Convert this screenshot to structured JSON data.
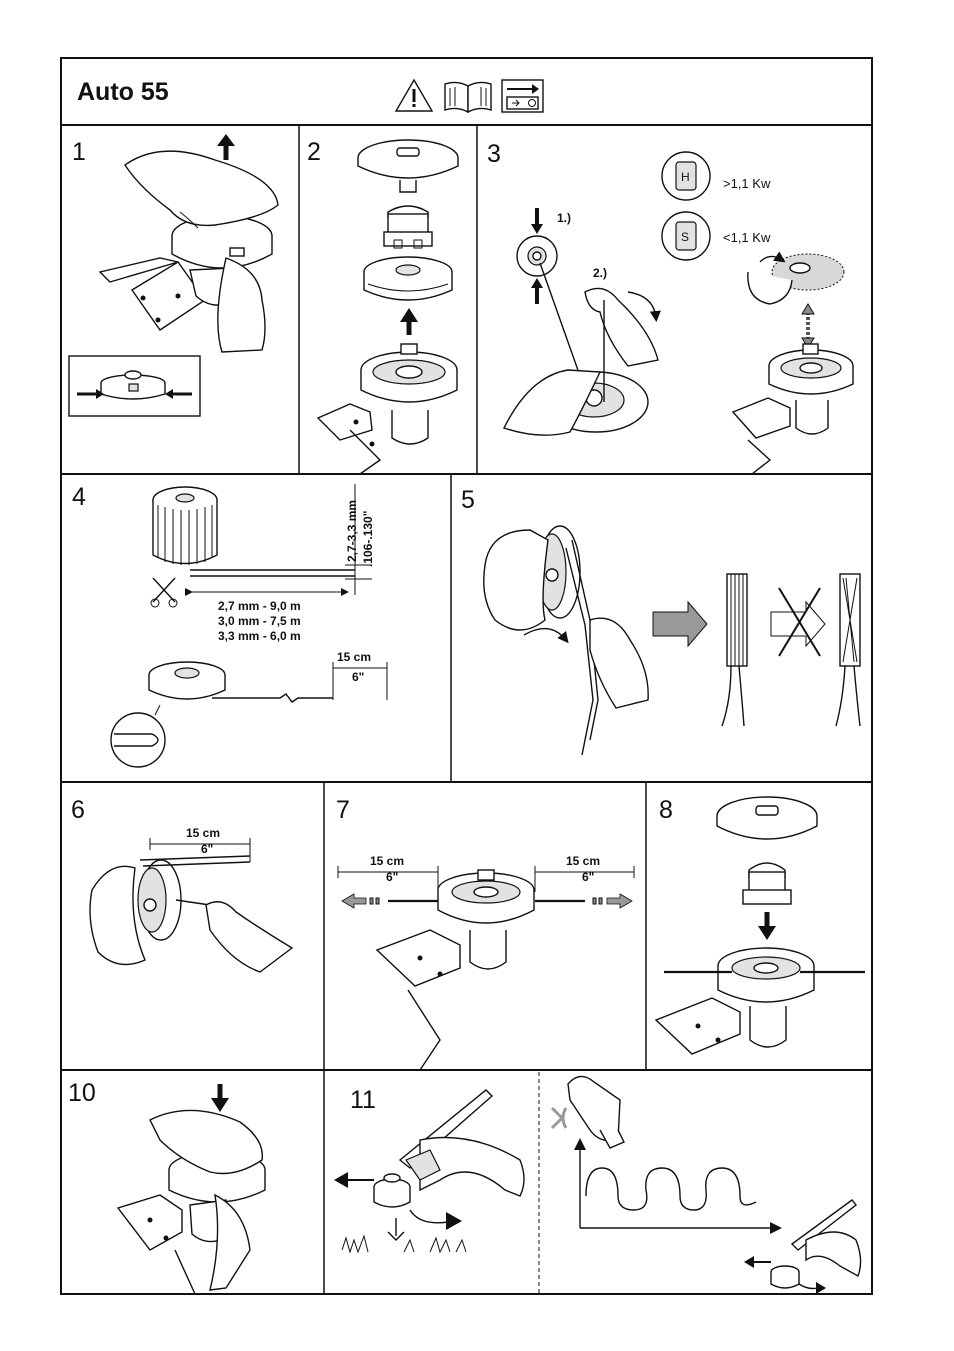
{
  "header": {
    "title": "Auto 55",
    "icons": [
      "warning-triangle-icon",
      "manual-book-icon",
      "direction-arrow-icon"
    ]
  },
  "steps": [
    {
      "number": "1"
    },
    {
      "number": "2"
    },
    {
      "number": "3",
      "callout_1": "1.)",
      "callout_2": "2.)",
      "power_high": ">1,1 Kw",
      "power_low": "<1,1 Kw",
      "marker_high": "H",
      "marker_low": "S"
    },
    {
      "number": "4",
      "diameter_mm": "2,7-3,3 mm",
      "diameter_in": ".106-.130\"",
      "lengths": [
        "2,7 mm - 9,0 m",
        "3,0 mm - 7,5 m",
        "3,3 mm - 6,0 m"
      ],
      "end_cm": "15 cm",
      "end_in": "6\""
    },
    {
      "number": "5"
    },
    {
      "number": "6",
      "length_cm": "15 cm",
      "length_in": "6\""
    },
    {
      "number": "7",
      "left_cm": "15 cm",
      "left_in": "6\"",
      "right_cm": "15 cm",
      "right_in": "6\""
    },
    {
      "number": "8"
    },
    {
      "number": "10"
    },
    {
      "number": "11"
    }
  ]
}
